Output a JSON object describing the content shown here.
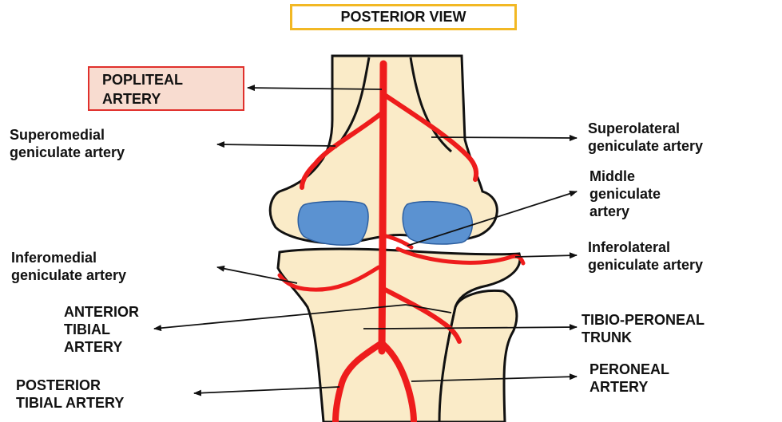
{
  "title": "POSTERIOR VIEW",
  "labels": {
    "popliteal_artery": "POPLITEAL\nARTERY",
    "superomedial": "Superomedial\ngeniculate artery",
    "superolateral": "Superolateral\ngeniculate artery",
    "middle": "Middle\ngeniculate\nartery",
    "inferomedial": "Inferomedial\ngeniculate artery",
    "inferolateral": "Inferolateral\ngeniculate artery",
    "anterior_tibial": "ANTERIOR\nTIBIAL\nARTERY",
    "tibio_peroneal": "TIBIO-PERONEAL\nTRUNK",
    "posterior_tibial": "POSTERIOR\nTIBIAL ARTERY",
    "peroneal": "PERONEAL\nARTERY"
  },
  "colors": {
    "bone": "#faebc8",
    "artery": "#ee1c1c",
    "cartilage": "#5b92d1",
    "title_border": "#f2b824",
    "popliteal_box_fill": "#f8dcd0",
    "popliteal_box_border": "#e0302c"
  }
}
